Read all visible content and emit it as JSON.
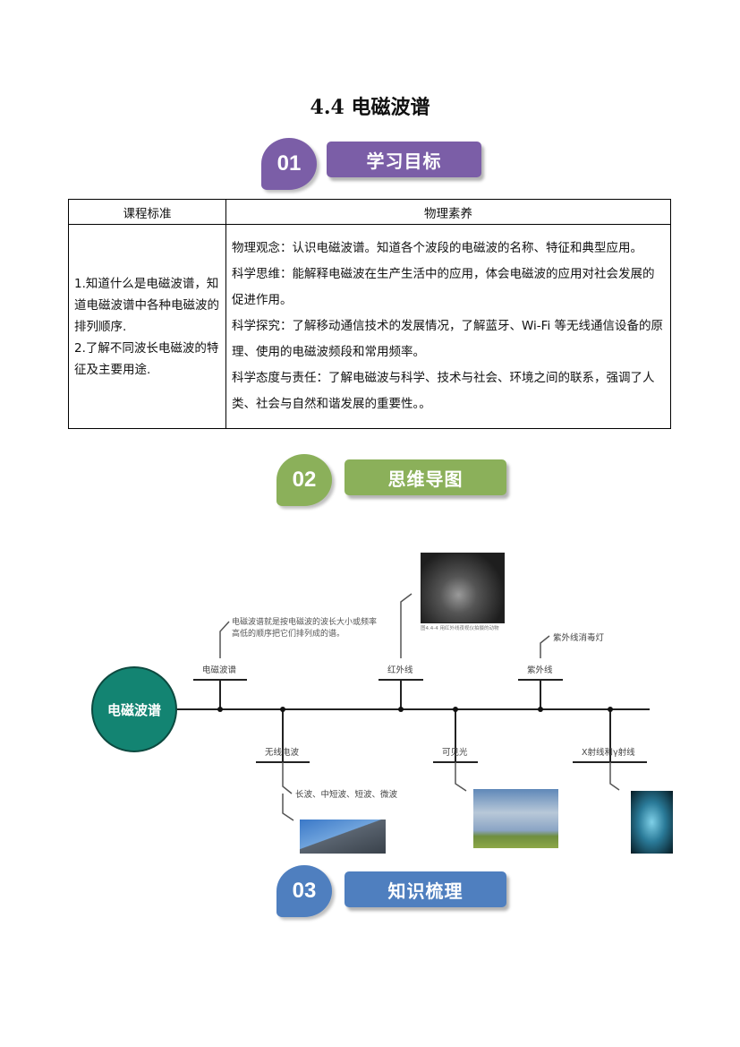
{
  "title": "4.4 电磁波谱",
  "sections": [
    {
      "number": "01",
      "label": "学习目标",
      "color": "#7b5ea7"
    },
    {
      "number": "02",
      "label": "思维导图",
      "color": "#8bb05a"
    },
    {
      "number": "03",
      "label": "知识梳理",
      "color": "#4f7fbf"
    }
  ],
  "table": {
    "headers": [
      "课程标准",
      "物理素养"
    ],
    "standards": [
      "1.知道什么是电磁波谱，知道电磁波谱中各种电磁波的排列顺序.",
      "2.了解不同波长电磁波的特征及主要用途."
    ],
    "literacy": [
      "物理观念：认识电磁波谱。知道各个波段的电磁波的名称、特征和典型应用。",
      "科学思维：能解释电磁波在生产生活中的应用，体会电磁波的应用对社会发展的促进作用。",
      "科学探究：了解移动通信技术的发展情况，了解蓝牙、Wi-Fi 等无线通信设备的原理、使用的电磁波频段和常用频率。",
      "科学态度与责任：了解电磁波与科学、技术与社会、环境之间的联系，强调了人类、社会与自然和谐发展的重要性。。"
    ]
  },
  "mindmap": {
    "center": "电磁波谱",
    "center_color": "#138472",
    "nodes": [
      "电磁波谱",
      "无线电波",
      "红外线",
      "可见光",
      "紫外线",
      "X射线和γ射线"
    ],
    "notes": {
      "spectrum": "电磁波谱就是按电磁波的波长大小或频率高低的顺序把它们排列成的谱。",
      "radio": "长波、中短波、短波、微波",
      "uv": "紫外线消毒灯",
      "ir_caption": "图4.4-4 用红外线夜视仪拍摄的动物"
    }
  }
}
